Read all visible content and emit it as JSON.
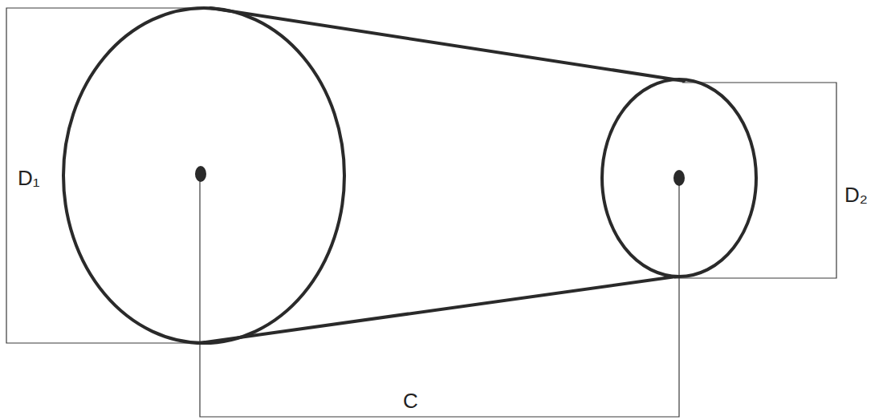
{
  "diagram": {
    "labels": [
      "D₁",
      "D₂",
      "C"
    ]
  }
}
